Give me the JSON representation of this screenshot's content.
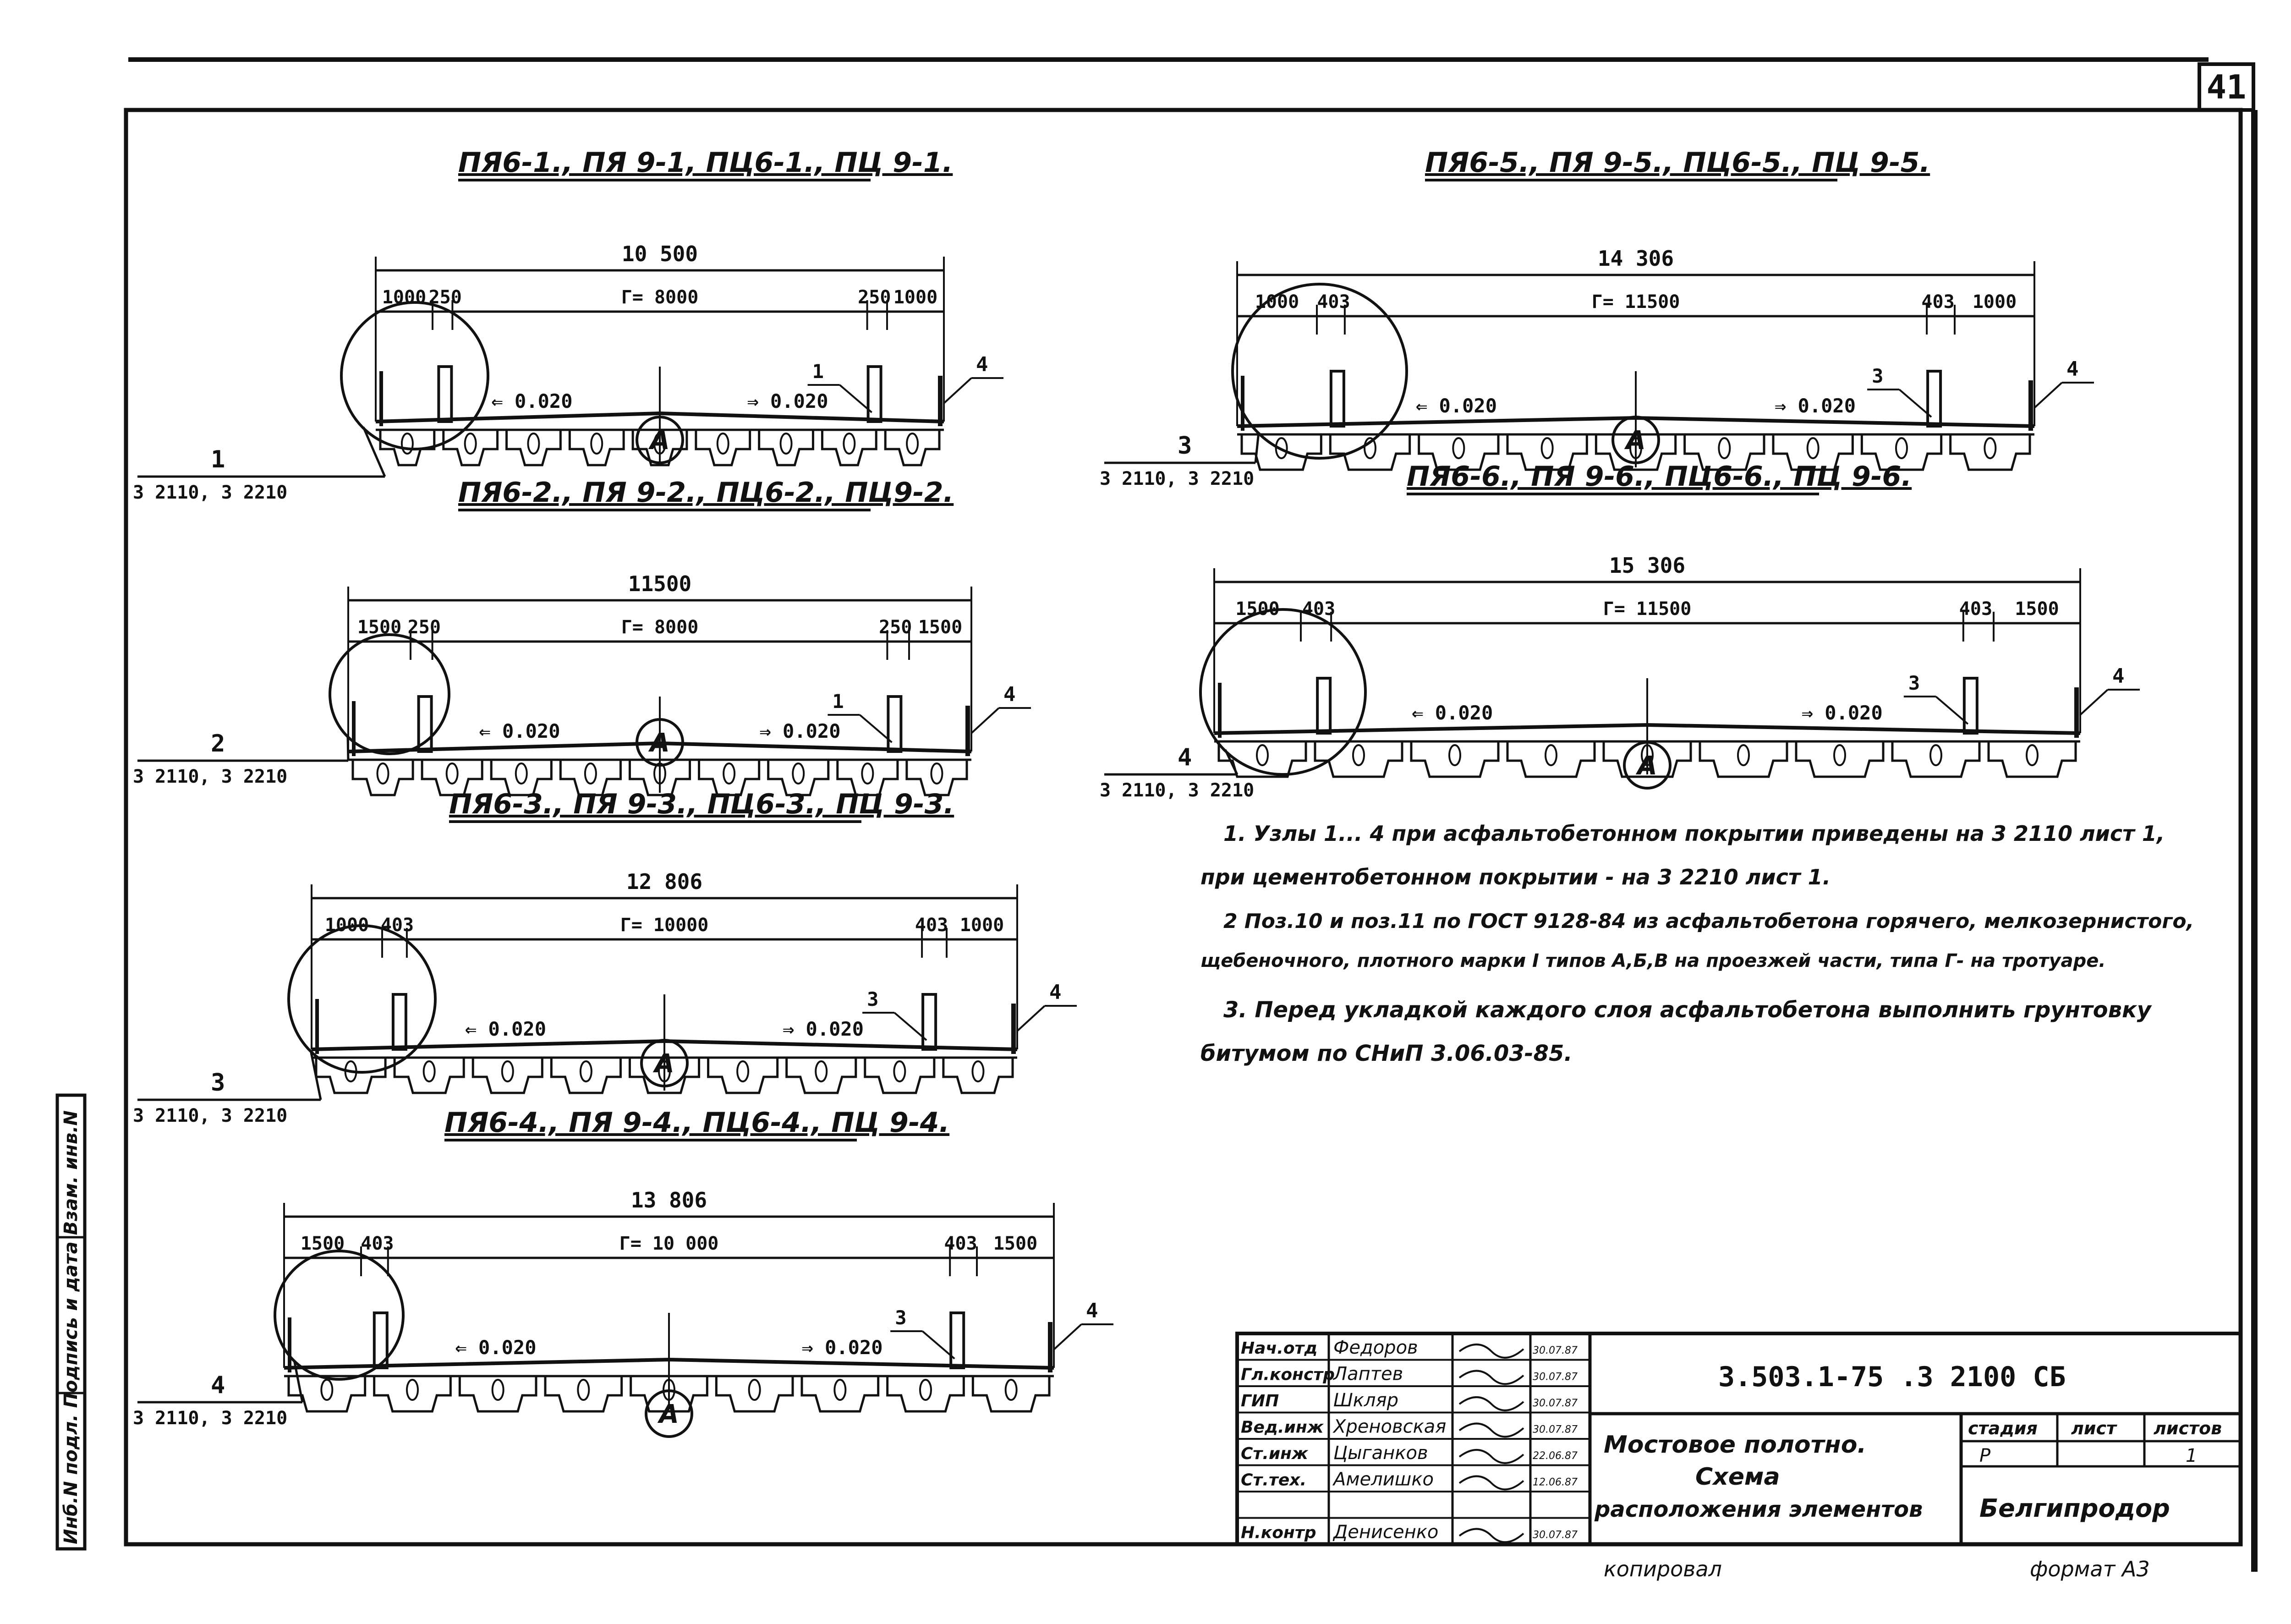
{
  "sheet": {
    "number": "41",
    "side_stamp": "Инб.N подл.  Подпись и дата  Взам. инв.N"
  },
  "sections": [
    {
      "title": "ПЯ6-1., ПЯ 9-1, ПЦ6-1., ПЦ 9-1.",
      "total": "10 500",
      "left_edge": "1000",
      "left_gap": "250",
      "carriage": "Г= 8000",
      "right_gap": "250",
      "right_edge": "1000",
      "slope_left": "0.020",
      "slope_right": "0.020",
      "node_label": "1",
      "node_ref_num": "1",
      "node_ref_sheets": "3 2110,  3 2210",
      "right_mark": "4",
      "section_mark": "А"
    },
    {
      "title": "ПЯ6-2., ПЯ 9-2., ПЦ6-2., ПЦ9-2.",
      "total": "11500",
      "left_edge": "1500",
      "left_gap": "250",
      "carriage": "Г= 8000",
      "right_gap": "250",
      "right_edge": "1500",
      "slope_left": "0.020",
      "slope_right": "0.020",
      "node_label": "1",
      "node_ref_num": "2",
      "node_ref_sheets": "3 2110,  3 2210",
      "right_mark": "4",
      "section_mark": "А"
    },
    {
      "title": "ПЯ6-3., ПЯ 9-3., ПЦ6-3., ПЦ 9-3.",
      "total": "12 806",
      "left_edge": "1000",
      "left_gap": "403",
      "carriage": "Г= 10000",
      "right_gap": "403",
      "right_edge": "1000",
      "slope_left": "0.020",
      "slope_right": "0.020",
      "node_label": "3",
      "node_ref_num": "3",
      "node_ref_sheets": "3 2110,  3 2210",
      "right_mark": "4",
      "section_mark": "А"
    },
    {
      "title": "ПЯ6-4., ПЯ 9-4., ПЦ6-4., ПЦ 9-4.",
      "total": "13 806",
      "left_edge": "1500",
      "left_gap": "403",
      "carriage": "Г= 10 000",
      "right_gap": "403",
      "right_edge": "1500",
      "slope_left": "0.020",
      "slope_right": "0.020",
      "node_label": "3",
      "node_ref_num": "4",
      "node_ref_sheets": "3 2110,  3 2210",
      "right_mark": "4",
      "section_mark": "А"
    },
    {
      "title": "ПЯ6-5., ПЯ 9-5., ПЦ6-5., ПЦ 9-5.",
      "total": "14 306",
      "left_edge": "1000",
      "left_gap": "403",
      "carriage": "Г= 11500",
      "right_gap": "403",
      "right_edge": "1000",
      "slope_left": "0.020",
      "slope_right": "0.020",
      "node_label": "3",
      "node_ref_num": "3",
      "node_ref_sheets": "3 2110,  3 2210",
      "right_mark": "4",
      "section_mark": "А"
    },
    {
      "title": "ПЯ6-6., ПЯ 9-6., ПЦ6-6., ПЦ 9-6.",
      "total": "15 306",
      "left_edge": "1500",
      "left_gap": "403",
      "carriage": "Г= 11500",
      "right_gap": "403",
      "right_edge": "1500",
      "slope_left": "0.020",
      "slope_right": "0.020",
      "node_label": "3",
      "node_ref_num": "4",
      "node_ref_sheets": "3 2110,  3 2210",
      "right_mark": "4",
      "section_mark": "А"
    }
  ],
  "notes": [
    "1.  Узлы 1... 4 при асфальтобетонном покрытии приведены на 3 2110  лист 1,",
    "при цементобетонном покрытии - на  3 2210  лист 1.",
    "2  Поз.10 и поз.11 по ГОСТ 9128-84 из асфальтобетона горячего, мелкозернистого,",
    "щебеночного, плотного марки I типов А,Б,В на проезжей части, типа Г- на тротуаре.",
    "3. Перед укладкой каждого слоя асфальтобетона выполнить грунтовку",
    "битумом  по СНиП 3.06.03-85."
  ],
  "stamp": {
    "code": "3.503.1-75 .3 2100 СБ",
    "rows": [
      {
        "role": "Нач.отд",
        "name": "Федоров",
        "date": "30.07.87"
      },
      {
        "role": "Гл.констр",
        "name": "Лаптев",
        "date": "30.07.87"
      },
      {
        "role": "ГИП",
        "name": "Шкляр",
        "date": "30.07.87"
      },
      {
        "role": "Вед.инж",
        "name": "Хреновская",
        "date": "30.07.87"
      },
      {
        "role": "Ст.инж",
        "name": "Цыганков",
        "date": "22.06.87"
      },
      {
        "role": "Ст.тех.",
        "name": "Амелишко",
        "date": "12.06.87"
      },
      {
        "role": "",
        "name": "",
        "date": ""
      },
      {
        "role": "Н.контр",
        "name": "Денисенко",
        "date": "30.07.87"
      }
    ],
    "title_l1": "Мостовое полотно.",
    "title_l2": "Схема",
    "title_l3": "расположения элементов",
    "stage_h": "стадия",
    "sheet_h": "лист",
    "sheets_h": "листов",
    "stage_v": "Р",
    "sheet_v": "",
    "sheets_v": "1",
    "org": "Белгипродор",
    "copied": "копировал",
    "format": "формат А3"
  }
}
